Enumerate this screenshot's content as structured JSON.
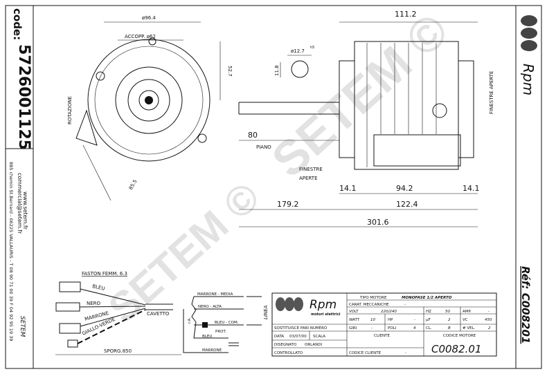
{
  "sidebar": {
    "code_label": "code:",
    "code": "5726001125",
    "web": "www.setem.fr",
    "email": "commercial@setem.fr",
    "address": "885 chemin St.Bernard - 06225 VALLAURIS - T 08 90 71 00 39  F 04 92 95 19 39",
    "brand": "SETEM"
  },
  "right_strip": {
    "brand": "Rpm",
    "ref": "Réf: C008201"
  },
  "watermark": "SETEM ©",
  "front_view": {
    "dia_outer": "ø96.4",
    "dia_coupling": "ACCOPP. ø62",
    "height": "52.7",
    "rotation": "ROTAZIONE",
    "depth": "85.5"
  },
  "shaft": {
    "dia": "ø12.7",
    "tol": "h5",
    "flat": "11.8",
    "length": "80",
    "flat_label": "PIANO"
  },
  "side_view": {
    "width": "111.2",
    "windows_right": "FINESTRE APERTE",
    "windows_left_1": "FINESTRE",
    "windows_left_2": "APERTE",
    "d1": "14.1",
    "d2": "94.2",
    "d3": "14.1",
    "d4": "179.2",
    "d5": "122.4",
    "d6": "301.6"
  },
  "cable": {
    "faston": "FASTON FEMM. 6.3",
    "wires": [
      "BLEU",
      "NERO",
      "MARRONE",
      "GIALLO-VERDE"
    ],
    "cable": "CAVETTO",
    "length": "SPORG.850"
  },
  "schematic": {
    "w1": "MARRONE - MEDIA",
    "w2": "NERO - ALTA",
    "w3": "BLEU - COM.",
    "prot": "PROT.",
    "w4": "BLEU",
    "w5": "MARRONE",
    "line": "LINEA",
    "ra": "r.A."
  },
  "title_block": {
    "logo": "Rpm",
    "logo_sub": "motori elettrici",
    "tipo_label": "TIPO MOTORE",
    "tipo": "MONOFASE 1/2 APERTO",
    "carat_label": "CARAT. MECCANICHE",
    "carat": "-",
    "volt_label": "VOLT",
    "volt": "220/240",
    "hz_label": "HZ",
    "hz": "50",
    "amp_label": "AMP.",
    "amp": "-",
    "watt_label": "WATT",
    "watt": "10",
    "hp_label": "HP",
    "hp": "-",
    "uf_label": "µF",
    "uf": "2",
    "vc_label": "VC",
    "vc": "450",
    "giri_label": "GIRI",
    "giri": "-",
    "poli_label": "POLI",
    "poli": "4",
    "cl_label": "CL.",
    "cl": "B",
    "vel_label": "# VEL.",
    "vel": "2",
    "sost_label": "SOSTITUISCE PARI NUMERO",
    "data_label": "DATA",
    "data": "03/07/00",
    "scala_label": "SCALA",
    "dis_label": "DISEGNATO",
    "dis": "ORLANDI",
    "contr_label": "CONTROLLATO",
    "cliente_label": "CLIENTE",
    "codcli_label": "CODICE CLIENTE",
    "codcli": "-",
    "codmot_label": "CODICE MOTORE",
    "codmot": "C0082.01"
  }
}
